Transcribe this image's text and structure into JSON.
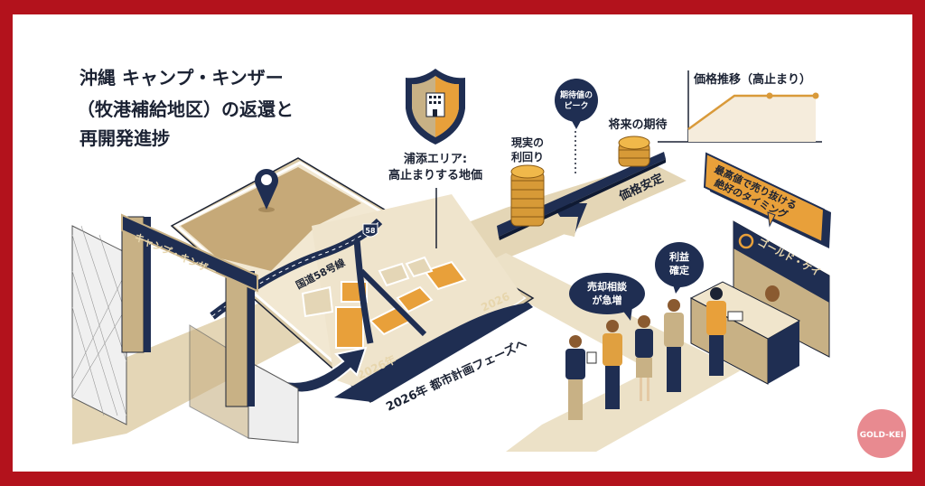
{
  "title": {
    "line1": "沖縄 キャンプ・キンザー",
    "line2": "（牧港補給地区）の返還と",
    "line3": "再開発進捗"
  },
  "labels": {
    "urasoe_line1": "浦添エリア:",
    "urasoe_line2": "高止まりする地価",
    "gate_sign": "キャンプ・キンザー",
    "route_label": "国道58号線",
    "route_shield": "58",
    "map_year_right": "2026",
    "map_year_left": "2026年",
    "phase": "2026年 都市計画フェーズへ",
    "real_yield_line1": "現実の",
    "real_yield_line2": "利回り",
    "peak_line1": "期待値の",
    "peak_line2": "ピーク",
    "future": "将来の期待",
    "stable": "価格安定",
    "price_trend": "価格推移（高止まり）",
    "timing_line1": "最高値で売り抜ける",
    "timing_line2": "絶好のタイミング",
    "shop_sign": "ゴールド・ケイ",
    "profit_line1": "利益",
    "profit_line2": "確定",
    "consult_line1": "売却相談",
    "consult_line2": "が急増",
    "logo": "GOLD-KEI"
  },
  "icons": [
    "shield-building-icon",
    "location-pin-icon",
    "coin-stack-icon",
    "route-shield-icon",
    "shop-logo-g-icon"
  ],
  "colors": {
    "frame": "#b3121c",
    "navy": "#1f2e52",
    "tan": "#c8b185",
    "sand": "#e9dcc0",
    "orange": "#e8a03a",
    "logo_badge": "#e88a90"
  }
}
